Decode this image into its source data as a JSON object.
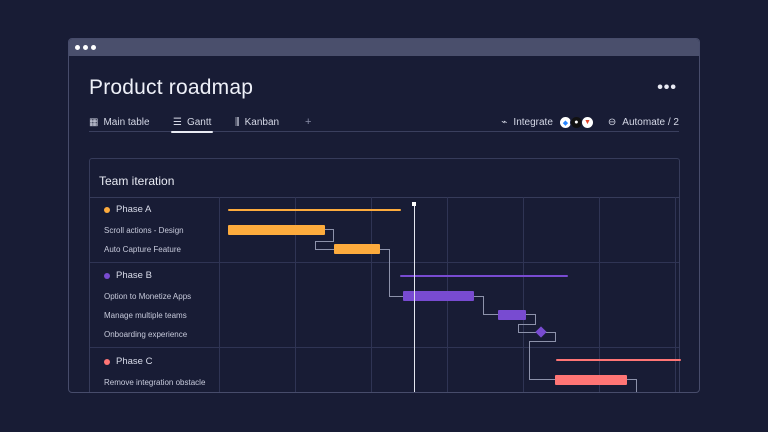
{
  "window": {
    "controls": [
      "dot",
      "dot",
      "dot"
    ]
  },
  "page": {
    "title": "Product roadmap",
    "more_icon": "more-horizontal-icon",
    "more_label": "•••"
  },
  "tabs": [
    {
      "label": "Main table",
      "icon": "table-icon",
      "glyph": "▦",
      "active": false
    },
    {
      "label": "Gantt",
      "icon": "gantt-icon",
      "glyph": "☰",
      "active": true
    },
    {
      "label": "Kanban",
      "icon": "kanban-icon",
      "glyph": "⫼",
      "active": false
    }
  ],
  "add_tab": "+",
  "actions": {
    "integrate_label": "Integrate",
    "integrate_icon": "plug-icon",
    "integrations": [
      {
        "name": "jira",
        "color": "#2684ff",
        "bg": "#ffffff",
        "glyph": "◆"
      },
      {
        "name": "github",
        "color": "#ffffff",
        "bg": "#111111",
        "glyph": "●"
      },
      {
        "name": "gitlab",
        "color": "#e2432a",
        "bg": "#ffffff",
        "glyph": "▼"
      }
    ],
    "automate_label": "Automate / 2",
    "automate_icon": "robot-icon"
  },
  "gantt": {
    "title": "Team iteration",
    "colors": {
      "phase_a": "#fdab3d",
      "phase_b": "#784bd1",
      "phase_c": "#ff7575"
    },
    "groups": [
      {
        "name": "Phase A",
        "items": [
          "Scroll actions - Design",
          "Auto Capture Feature"
        ]
      },
      {
        "name": "Phase B",
        "items": [
          "Option to Monetize Apps",
          "Manage multiple teams",
          "Onboarding experience"
        ]
      },
      {
        "name": "Phase C",
        "items": [
          "Remove integration obstacle"
        ]
      }
    ]
  }
}
